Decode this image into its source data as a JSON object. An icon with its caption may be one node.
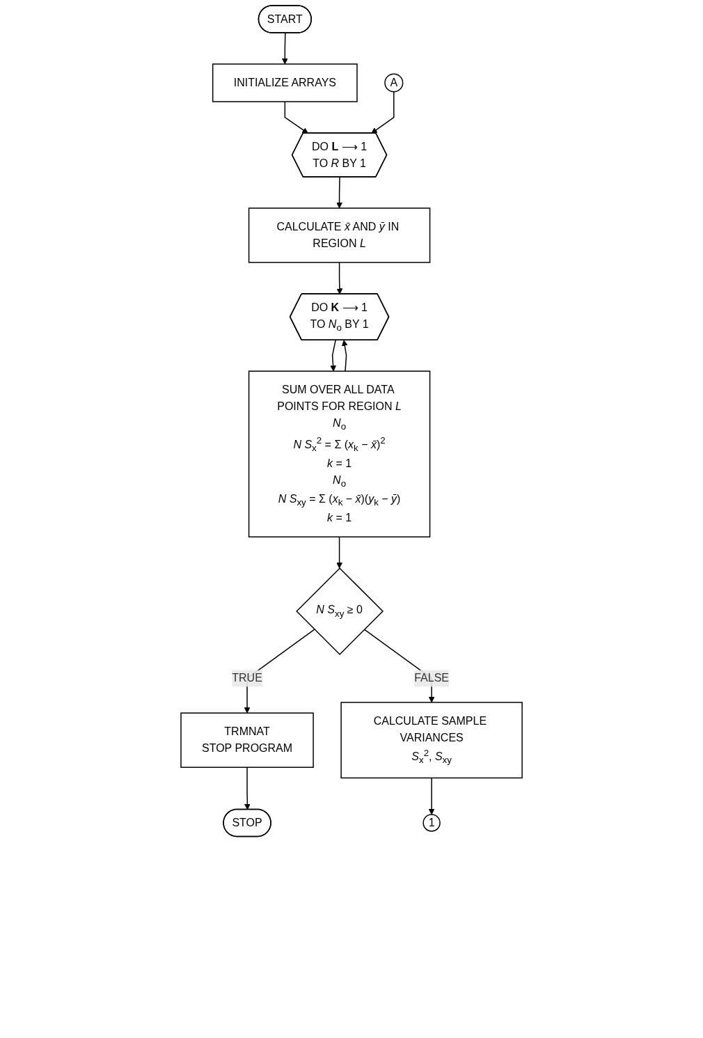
{
  "diagram": {
    "nodes": [
      {
        "text": [
          "START"
        ]
      },
      {
        "text": [
          "INITIALIZE ARRAYS"
        ]
      },
      {
        "text": [
          "DO **L** ⟶ 1",
          "TO *R* BY 1"
        ]
      },
      {
        "text": [
          "CALCULATE *x̄* AND *ȳ* IN REGION *L*"
        ]
      },
      {
        "text": [
          "DO **K** ⟶ 1",
          "TO *N*$_{o}$ BY 1"
        ]
      },
      {
        "text": [
          "SUM OVER ALL DATA POINTS FOR REGION *L*",
          "*N*$_{o}$",
          "*N S*$_{x}$$^{2}$ = Σ (*x*$_{k}$ − *x̄*)$^{2}$",
          "*k* = 1",
          "*N*$_{o}$",
          "*N S*$_{xy}$ = Σ (*x*$_{k}$ − *x̄*)(*y*$_{k}$ − *ȳ*)",
          "*k* = 1"
        ]
      },
      {
        "text": [
          "*N S*$_{xy}$ ≥ 0"
        ]
      },
      {
        "text": [
          "TRMNAT",
          "STOP PROGRAM"
        ]
      },
      {
        "text": [
          "STOP"
        ]
      },
      {
        "text": [
          "CALCULATE SAMPLE VARIANCES",
          "*S*$_{x}$$^{2}$, *S*$_{xy}$"
        ]
      },
      {
        "text": [
          "1"
        ]
      },
      {
        "text": [
          "A"
        ]
      }
    ],
    "edges": [
      {
        "from": 0,
        "to": 1,
        "arrow": "to"
      },
      {
        "from": 1,
        "to": 2,
        "arrow": "to"
      },
      {
        "from": 2,
        "to": 3,
        "arrow": "to"
      },
      {
        "from": 3,
        "to": 4,
        "arrow": "to"
      },
      {
        "from": 4,
        "to": 5,
        "arrow": "to"
      },
      {
        "from": 5,
        "to": 4,
        "arrow": "to"
      },
      {
        "from": 5,
        "to": 6,
        "arrow": "to"
      },
      {
        "from": 6,
        "to": 7,
        "label": "TRUE",
        "arrow": "to"
      },
      {
        "from": 6,
        "to": 9,
        "label": "FALSE",
        "arrow": "to"
      },
      {
        "from": 7,
        "to": 8,
        "arrow": "to"
      },
      {
        "from": 9,
        "to": 10,
        "arrow": "to"
      },
      {
        "from": 11,
        "to": 2,
        "arrow": "to"
      }
    ]
  }
}
